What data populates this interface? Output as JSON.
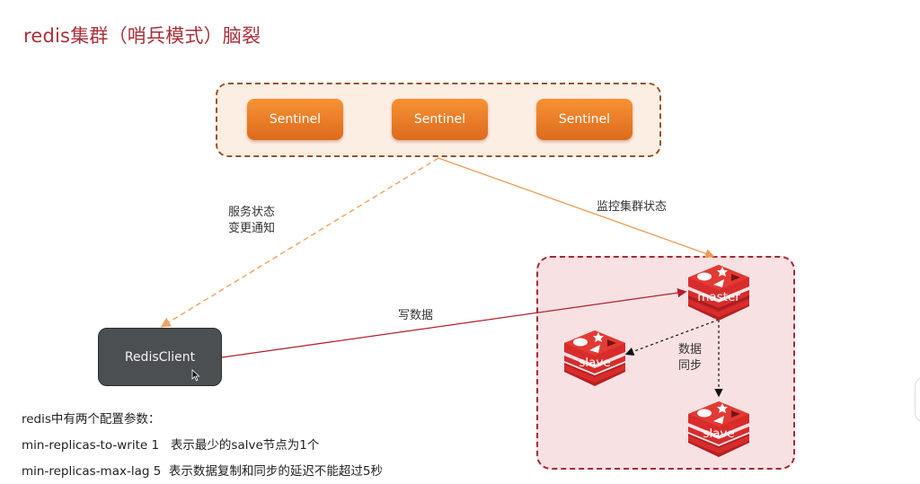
{
  "title": "redis集群（哨兵模式）脑裂",
  "sentinels": [
    {
      "label": "Sentinel"
    },
    {
      "label": "Sentinel"
    },
    {
      "label": "Sentinel"
    }
  ],
  "client": {
    "label": "RedisClient"
  },
  "nodes": {
    "master": {
      "label": "master"
    },
    "slave_left": {
      "label": "slave"
    },
    "slave_bottom": {
      "label": "slave"
    }
  },
  "edge_labels": {
    "notify_line1": "服务状态",
    "notify_line2": "变更通知",
    "monitor": "监控集群状态",
    "write": "写数据",
    "sync_line1": "数据",
    "sync_line2": "同步"
  },
  "notes": {
    "heading": "redis中有两个配置参数：",
    "param1": "min-replicas-to-write 1   表示最少的salve节点为1个",
    "param2": "min-replicas-max-lag 5  表示数据复制和同步的延迟不能超过5秒"
  },
  "colors": {
    "title": "#a8303a",
    "sentinel": "#f08a2c",
    "sentinel_border": "#9a5223",
    "cluster_border": "#a52a35",
    "client": "#4b4f51",
    "write_arrow": "#b3202c",
    "notify_arrow": "#f0a060",
    "redis_red": "#d82c2c"
  }
}
